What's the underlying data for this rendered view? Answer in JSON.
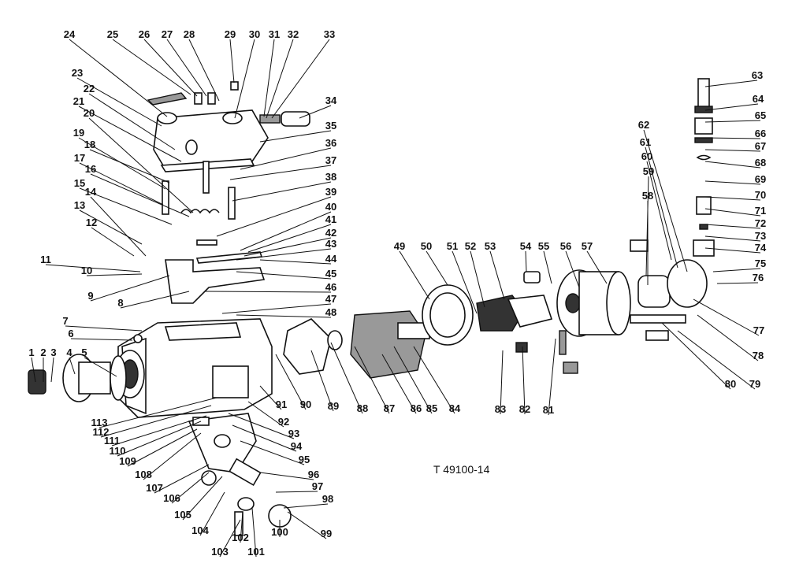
{
  "figure": {
    "reference": "T 49100-14",
    "labels": [
      "1",
      "2",
      "3",
      "4",
      "5",
      "6",
      "7",
      "8",
      "9",
      "10",
      "11",
      "12",
      "13",
      "14",
      "15",
      "16",
      "17",
      "18",
      "19",
      "20",
      "21",
      "22",
      "23",
      "24",
      "25",
      "26",
      "27",
      "28",
      "29",
      "30",
      "31",
      "32",
      "33",
      "34",
      "35",
      "36",
      "37",
      "38",
      "39",
      "40",
      "41",
      "42",
      "43",
      "44",
      "45",
      "46",
      "47",
      "48",
      "49",
      "50",
      "51",
      "52",
      "53",
      "54",
      "55",
      "56",
      "57",
      "58",
      "59",
      "60",
      "61",
      "62",
      "63",
      "64",
      "65",
      "66",
      "67",
      "68",
      "69",
      "70",
      "71",
      "72",
      "73",
      "74",
      "75",
      "76",
      "77",
      "78",
      "79",
      "80",
      "81",
      "82",
      "83",
      "84",
      "85",
      "86",
      "87",
      "88",
      "89",
      "90",
      "91",
      "92",
      "93",
      "94",
      "95",
      "96",
      "97",
      "98",
      "99",
      "100",
      "101",
      "102",
      "103",
      "104",
      "105",
      "106",
      "107",
      "108",
      "109",
      "110",
      "111",
      "112",
      "113"
    ]
  }
}
